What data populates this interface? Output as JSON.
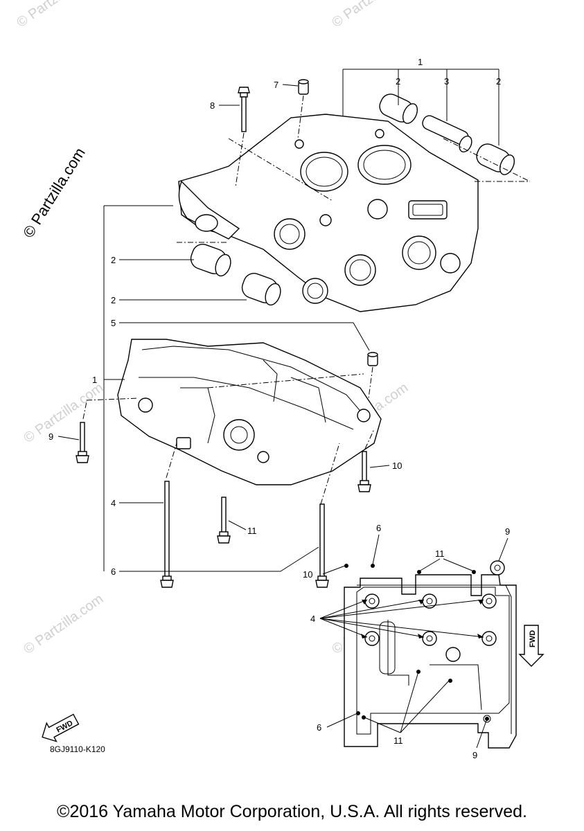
{
  "watermarks": {
    "main": "© Partzilla.com",
    "faint": "© Partzilla.com"
  },
  "callouts": [
    {
      "id": "c1-top",
      "text": "1"
    },
    {
      "id": "c2-a",
      "text": "2"
    },
    {
      "id": "c3",
      "text": "3"
    },
    {
      "id": "c2-b",
      "text": "2"
    },
    {
      "id": "c7",
      "text": "7"
    },
    {
      "id": "c8",
      "text": "8"
    },
    {
      "id": "c2-c",
      "text": "2"
    },
    {
      "id": "c2-d",
      "text": "2"
    },
    {
      "id": "c5",
      "text": "5"
    },
    {
      "id": "c1-left",
      "text": "1"
    },
    {
      "id": "c9-left",
      "text": "9"
    },
    {
      "id": "c10-right",
      "text": "10"
    },
    {
      "id": "c4-left",
      "text": "4"
    },
    {
      "id": "c11-mid",
      "text": "11"
    },
    {
      "id": "c6-left",
      "text": "6"
    },
    {
      "id": "c6-plan-top",
      "text": "6"
    },
    {
      "id": "c11-plan-top",
      "text": "11"
    },
    {
      "id": "c9-plan-top",
      "text": "9"
    },
    {
      "id": "c10-plan",
      "text": "10"
    },
    {
      "id": "c4-plan",
      "text": "4"
    },
    {
      "id": "c6-plan-bottom",
      "text": "6"
    },
    {
      "id": "c11-plan-bottom",
      "text": "11"
    },
    {
      "id": "c9-plan-bottom",
      "text": "9"
    }
  ],
  "fwd_label": "FWD",
  "figure_code": "8GJ9110-K120",
  "copyright": "©2016 Yamaha Motor Corporation, U.S.A. All rights reserved."
}
